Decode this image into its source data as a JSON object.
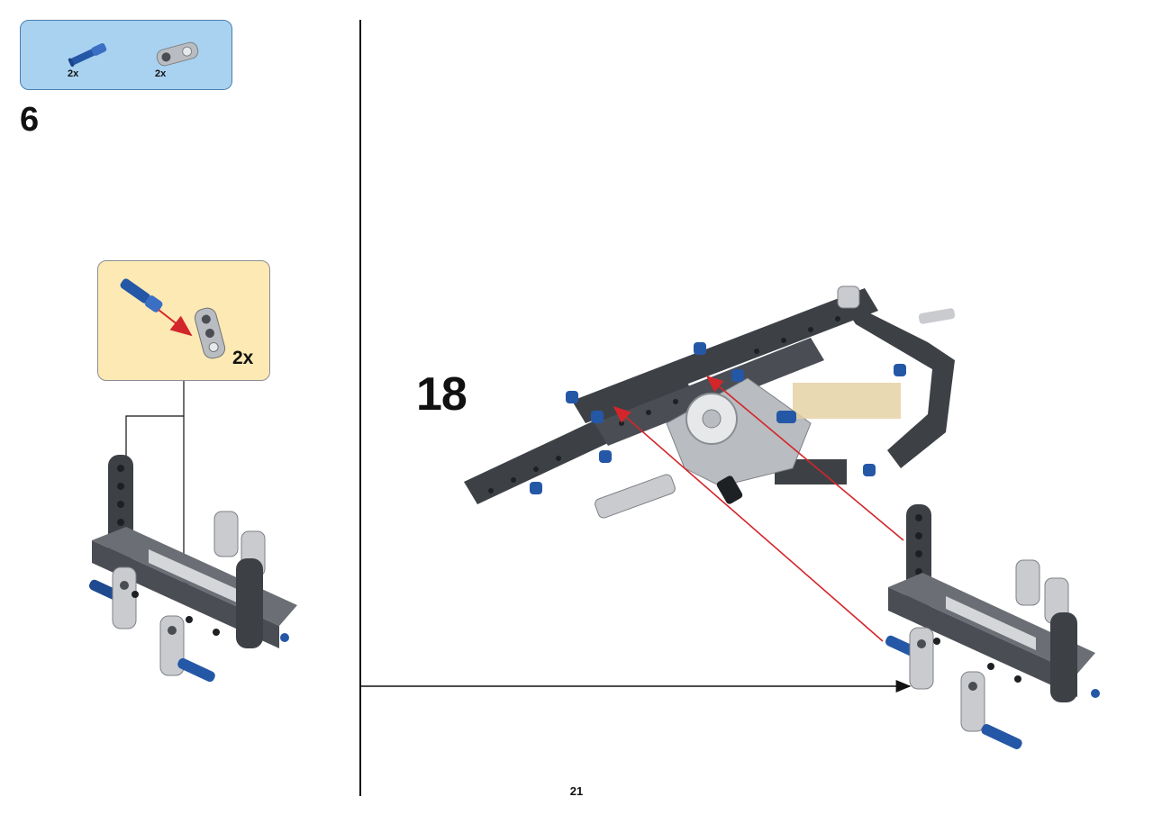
{
  "page": {
    "number": "21",
    "colors": {
      "parts_box_bg": "#a9d2f1",
      "subassembly_box_bg": "#fde9b4",
      "arrow_red": "#d3262b",
      "beam_dark": "#3d4146",
      "beam_light": "#b9bcc0",
      "pin_blue": "#2557a7"
    }
  },
  "parts_list": [
    {
      "icon": "blue-axle-pin-icon",
      "count": "2x"
    },
    {
      "icon": "gray-connector-icon",
      "count": "2x"
    }
  ],
  "substep": {
    "number": "6",
    "callout_count": "2x"
  },
  "main_step": {
    "number": "18"
  }
}
